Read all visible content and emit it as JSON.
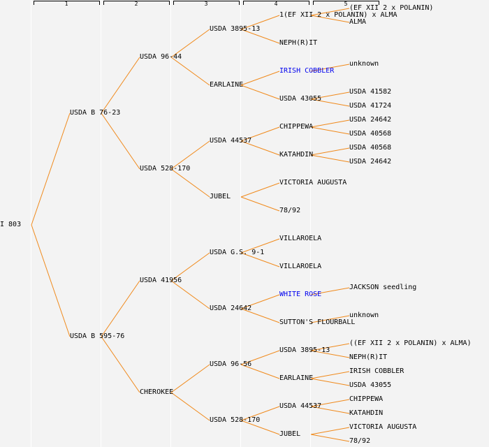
{
  "colors": {
    "line": "#f08a1c",
    "link": "#0000ee",
    "background": "#f3f3f3",
    "separator": "#ffffff"
  },
  "generation_headers": [
    "1",
    "2",
    "3",
    "4",
    "5"
  ],
  "pedigree": {
    "label": "I 803",
    "children": [
      {
        "label": "USDA B 76-23",
        "children": [
          {
            "label": "USDA 96-44",
            "children": [
              {
                "label": "USDA 3895-13",
                "children": [
                  {
                    "label": "1(EF XII 2 x POLANIN) x ALMA",
                    "children": [
                      {
                        "label": "(EF XII 2 x POLANIN)"
                      },
                      {
                        "label": "ALMA"
                      }
                    ]
                  },
                  {
                    "label": "NEPH(R)IT"
                  }
                ]
              },
              {
                "label": "EARLAINE",
                "children": [
                  {
                    "label": "IRISH COBBLER",
                    "link": true,
                    "children": [
                      {
                        "label": "unknown"
                      }
                    ]
                  },
                  {
                    "label": "USDA 43055",
                    "children": [
                      {
                        "label": "USDA 41582"
                      },
                      {
                        "label": "USDA 41724"
                      }
                    ]
                  }
                ]
              }
            ]
          },
          {
            "label": "USDA 528-170",
            "children": [
              {
                "label": "USDA 44537",
                "children": [
                  {
                    "label": "CHIPPEWA",
                    "children": [
                      {
                        "label": "USDA 24642"
                      },
                      {
                        "label": "USDA 40568"
                      }
                    ]
                  },
                  {
                    "label": "KATAHDIN",
                    "children": [
                      {
                        "label": "USDA 40568"
                      },
                      {
                        "label": "USDA 24642"
                      }
                    ]
                  }
                ]
              },
              {
                "label": "JUBEL",
                "children": [
                  {
                    "label": "VICTORIA AUGUSTA"
                  },
                  {
                    "label": "78/92"
                  }
                ]
              }
            ]
          }
        ]
      },
      {
        "label": "USDA B 595-76",
        "children": [
          {
            "label": "USDA 41956",
            "children": [
              {
                "label": "USDA G.S. 9-1",
                "children": [
                  {
                    "label": "VILLAROELA"
                  },
                  {
                    "label": "VILLAROELA"
                  }
                ]
              },
              {
                "label": "USDA 24642",
                "children": [
                  {
                    "label": "WHITE ROSE",
                    "link": true,
                    "children": [
                      {
                        "label": "JACKSON seedling"
                      }
                    ]
                  },
                  {
                    "label": "SUTTON'S FLOURBALL",
                    "children": [
                      {
                        "label": "unknown"
                      }
                    ]
                  }
                ]
              }
            ]
          },
          {
            "label": "CHEROKEE",
            "children": [
              {
                "label": "USDA 96-56",
                "children": [
                  {
                    "label": "USDA 3895-13",
                    "children": [
                      {
                        "label": "((EF XII 2 x POLANIN) x ALMA)"
                      },
                      {
                        "label": "NEPH(R)IT"
                      }
                    ]
                  },
                  {
                    "label": "EARLAINE",
                    "children": [
                      {
                        "label": "IRISH COBBLER"
                      },
                      {
                        "label": "USDA 43055"
                      }
                    ]
                  }
                ]
              },
              {
                "label": "USDA 528-170",
                "children": [
                  {
                    "label": "USDA 44537",
                    "children": [
                      {
                        "label": "CHIPPEWA"
                      },
                      {
                        "label": "KATAHDIN"
                      }
                    ]
                  },
                  {
                    "label": "JUBEL",
                    "children": [
                      {
                        "label": "VICTORIA AUGUSTA"
                      },
                      {
                        "label": "78/92"
                      }
                    ]
                  }
                ]
              }
            ]
          }
        ]
      }
    ]
  }
}
